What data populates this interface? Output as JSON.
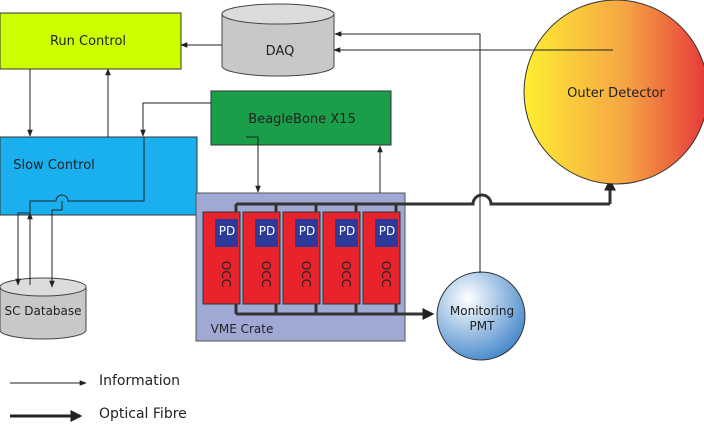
{
  "nodes": {
    "run_control": "Run Control",
    "daq": "DAQ",
    "beaglebone": "BeagleBone X15",
    "slow_control": "Slow Control",
    "sc_database": "SC Database",
    "vme_crate": "VME Crate",
    "monitoring_pmt_line1": "Monitoring",
    "monitoring_pmt_line2": "PMT",
    "outer_detector": "Outer Detector"
  },
  "card_labels": {
    "pd": "PD",
    "occ": "OCC"
  },
  "legend": {
    "information": "Information",
    "optical_fibre": "Optical Fibre"
  },
  "colors": {
    "run_control": "#ccff00",
    "slow_control": "#1ab0f0",
    "beaglebone": "#1a9e4a",
    "daq": "#c8c8c8",
    "vme_crate": "#a0a8d4",
    "occ_card": "#e8232b",
    "pd_chip": "#2e3a9a",
    "monitoring_pmt_light": "#ffffff",
    "monitoring_pmt_dark": "#3a80c8",
    "outer_detector_light": "#ffee33",
    "outer_detector_dark": "#e6373a"
  }
}
